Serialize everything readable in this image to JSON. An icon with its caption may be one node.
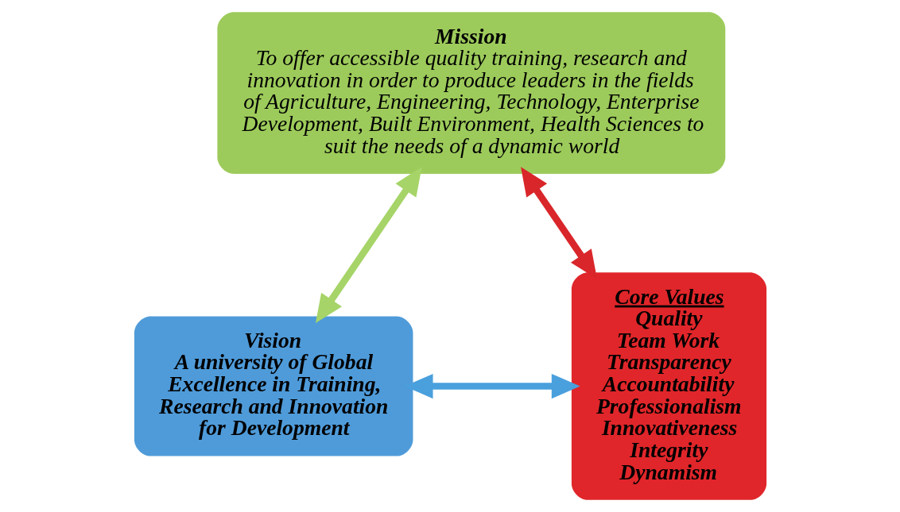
{
  "diagram": {
    "nodes": [
      {
        "text": [
          "Mission",
          "To offer accessible quality training, research and innovation in order to produce leaders in the fields of Agriculture, Engineering, Technology, Enterprise Development, Built Environment, Health Sciences to suit the needs of a dynamic world"
        ]
      },
      {
        "text": [
          "Vision",
          "A university of Global Excellence in Training, Research and Innovation for Development"
        ]
      },
      {
        "text": [
          "Core Values",
          "Quality",
          "Team Work",
          "Transparency",
          "Accountability",
          "Professionalism",
          "Innovativeness",
          "Integrity",
          "Dynamism"
        ]
      }
    ],
    "edges": [
      {
        "from": 1,
        "to": 0,
        "arrow": "both",
        "color": "#a6d468"
      },
      {
        "from": 0,
        "to": 2,
        "arrow": "both",
        "color": "#d9262a"
      },
      {
        "from": 1,
        "to": 2,
        "arrow": "both",
        "color": "#4aa0dd"
      }
    ]
  }
}
